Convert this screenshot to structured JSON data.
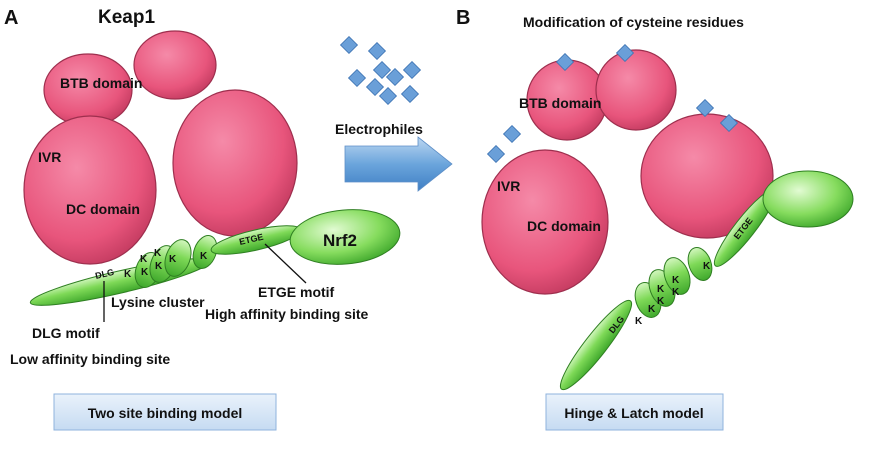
{
  "panel_a": {
    "letter": "A",
    "title": "Keap1",
    "btb": "BTB domain",
    "ivr": "IVR",
    "dc": "DC domain",
    "nrf2": "Nrf2",
    "dlg": "DLG",
    "etge": "ETGE",
    "k": "K",
    "lysine_cluster": "Lysine cluster",
    "dlg_motif": "DLG motif",
    "low_affinity": "Low affinity binding site",
    "etge_motif": "ETGE motif",
    "high_affinity": "High affinity binding site",
    "model": "Two site binding model"
  },
  "middle": {
    "electrophiles": "Electrophiles"
  },
  "panel_b": {
    "letter": "B",
    "title": "Modification of cysteine residues",
    "btb": "BTB domain",
    "ivr": "IVR",
    "dc": "DC domain",
    "dlg": "DLG",
    "etge": "ETGE",
    "k": "K",
    "model": "Hinge & Latch model"
  },
  "colors": {
    "keap1_pink": "#e8557c",
    "nrf2_green": "#7ed957",
    "electrophile_blue": "#6a9fd8",
    "arrow_blue": "#5b9bd5",
    "label_box": "#d7e6f7"
  }
}
